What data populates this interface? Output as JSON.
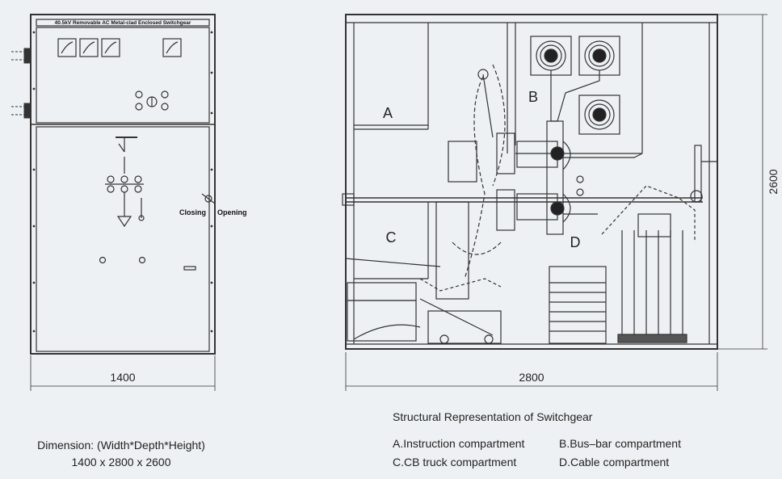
{
  "front_view": {
    "panel_title": "40.5kV Removable AC Metal-clad Enclosed Switchgear",
    "closing_label": "Closing",
    "opening_label": "Opening",
    "width_dim": "1400"
  },
  "side_view": {
    "compartment_labels": [
      "A",
      "B",
      "C",
      "D"
    ],
    "depth_dim": "2800",
    "height_dim": "2600"
  },
  "caption": {
    "title": "Structural Representation of Switchgear",
    "legend": [
      "A.Instruction compartment",
      "B.Bus–bar compartment",
      "C.CB truck compartment",
      "D.Cable compartment"
    ],
    "dimension_label": "Dimension: (Width*Depth*Height)",
    "dimension_value": "1400 x 2800 x 2600"
  }
}
